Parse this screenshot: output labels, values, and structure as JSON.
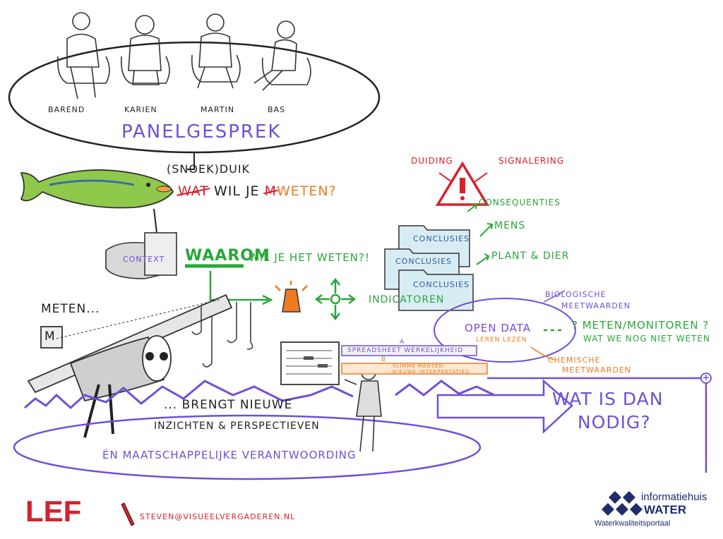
{
  "panel": {
    "title": "PANELGESPREK",
    "names": [
      "BAREND",
      "KARIEN",
      "MARTIN",
      "BAS"
    ]
  },
  "dive": {
    "prefix": "(SNOEK)DUIK",
    "question": {
      "strike1": "WAT",
      "mid": "WIL JE",
      "strike2": "M",
      "end": "WETEN?"
    }
  },
  "context": "CONTEXT",
  "waarom": {
    "big": "WAAROM",
    "rest": "WIL JE HET WETEN?!"
  },
  "meten": "METEN...",
  "m_box": "M",
  "warning": {
    "left": "DUIDING",
    "right": "SIGNALERING"
  },
  "consequences": {
    "title": "CONSEQUENTIES",
    "mens": "MENS",
    "plant": "PLANT & DIER"
  },
  "conclusies": [
    "CONCLUSIES",
    "CONCLUSIES",
    "CONCLUSIES"
  ],
  "indicatoren": "INDICATOREN",
  "open_data": {
    "title": "OPEN DATA",
    "sub": "LEREN LEZEN"
  },
  "biologische": [
    "BIOLOGISCHE",
    "MEETWAARDEN"
  ],
  "chemische": [
    "CHEMISCHE",
    "MEETWAARDEN"
  ],
  "meten_monitoren": [
    "? METEN/MONITOREN ?",
    "WAT WE NOG NIET WETEN"
  ],
  "spreadsheet": {
    "a": "A",
    "label": "SPREADSHEET WERKELIJKHEID"
  },
  "slimme": {
    "b": "B",
    "label1": "SLIMME MENSEN:",
    "label2": "NIEUWE INTERPRETATIES"
  },
  "brengt": [
    "... BRENGT NIEUWE",
    "INZICHTEN & PERSPECTIEVEN",
    "ÉN MAATSCHAPPELIJKE VERANTWOORDING"
  ],
  "wat_is_dan": [
    "WAT IS DAN",
    "NODIG?"
  ],
  "plus": "+",
  "footer": {
    "lef": "LEF",
    "email": "STEVEN@VISUEELVERGADEREN.NL",
    "brand1": "informatiehuis",
    "brand2": "WATER",
    "brand3": "Waterkwaliteitsportaal"
  },
  "colors": {
    "purple": "#6f4fd8",
    "green": "#2aa63a",
    "red": "#d8202a",
    "orange": "#ee7a1e",
    "navy": "#1f2d6b"
  }
}
